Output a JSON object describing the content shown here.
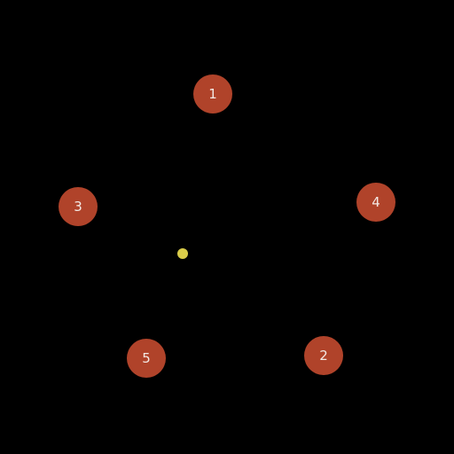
{
  "colors": {
    "background": "#000000",
    "target_fill": "#b0432a",
    "target_text": "#f3e9e4",
    "cursor_dot": "#d9cc4a"
  },
  "targets": [
    {
      "label": "1"
    },
    {
      "label": "2"
    },
    {
      "label": "3"
    },
    {
      "label": "4"
    },
    {
      "label": "5"
    }
  ],
  "cursor": {
    "icon": "dot"
  }
}
